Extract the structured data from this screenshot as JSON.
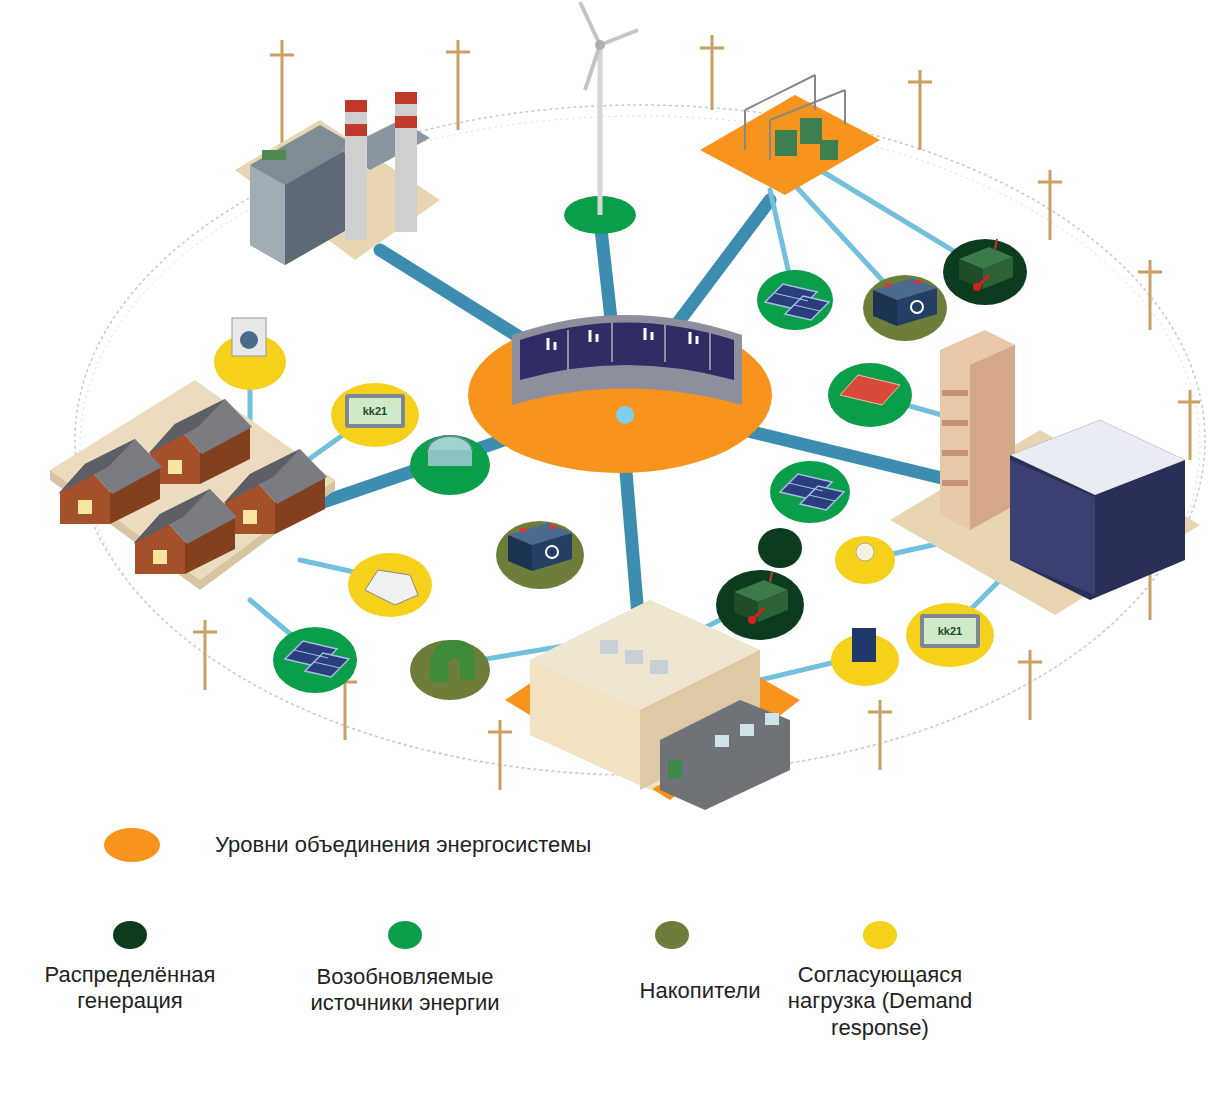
{
  "diagram": {
    "labels": [
      "kk21",
      "kk21"
    ],
    "legend": [
      {
        "text": "Уровни объединения энергосистемы",
        "color": "#f7941d"
      },
      {
        "text": "Распределённая генерация",
        "color": "#0d3b1e"
      },
      {
        "text": "Возобновляемые источники энергии",
        "color": "#0a9e4a"
      },
      {
        "text": "Накопители",
        "color": "#6d7d3a"
      },
      {
        "text": "Согласующаяся нагрузка (Demand response)",
        "color": "#f5d11c"
      }
    ]
  }
}
